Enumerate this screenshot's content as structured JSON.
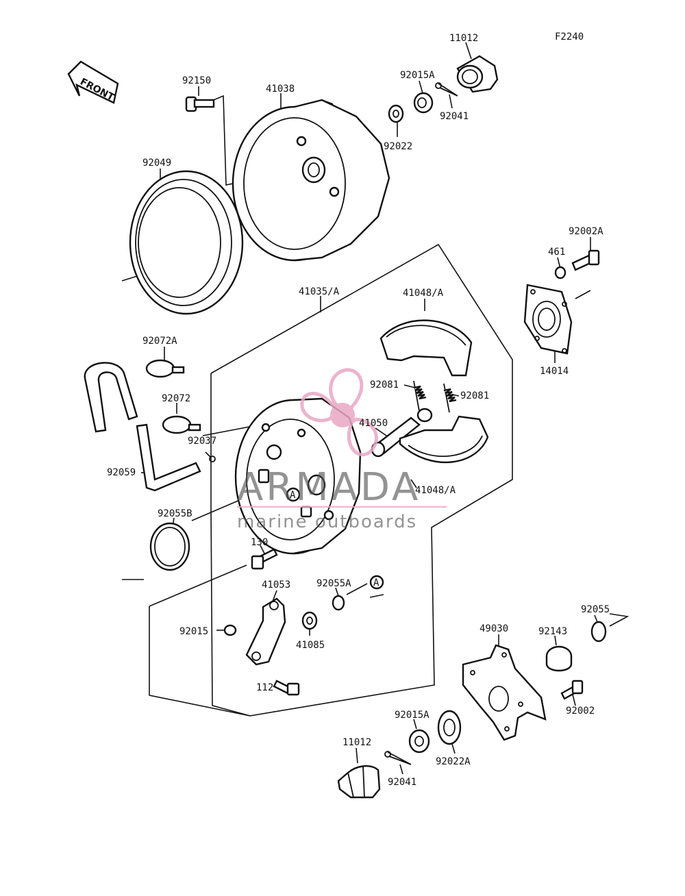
{
  "figure_code": "F2240",
  "front_arrow_text": "FRONT",
  "watermark": {
    "brand": "ARMADA",
    "tagline": "marine outboards",
    "logo_color": "#e8a7c4"
  },
  "labels": [
    {
      "id": "l-11012-top",
      "text": "11012"
    },
    {
      "id": "l-92015A-top",
      "text": "92015A"
    },
    {
      "id": "l-92041-top",
      "text": "92041"
    },
    {
      "id": "l-92022",
      "text": "92022"
    },
    {
      "id": "l-92150",
      "text": "92150"
    },
    {
      "id": "l-41038",
      "text": "41038"
    },
    {
      "id": "l-92049",
      "text": "92049"
    },
    {
      "id": "l-92002A",
      "text": "92002A"
    },
    {
      "id": "l-461",
      "text": "461"
    },
    {
      "id": "l-14014",
      "text": "14014"
    },
    {
      "id": "l-41035A",
      "text": "41035/A"
    },
    {
      "id": "l-41048A-top",
      "text": "41048/A"
    },
    {
      "id": "l-92072A",
      "text": "92072A"
    },
    {
      "id": "l-92081-left",
      "text": "92081"
    },
    {
      "id": "l-92081-right",
      "text": "92081"
    },
    {
      "id": "l-92072",
      "text": "92072"
    },
    {
      "id": "l-41050",
      "text": "41050"
    },
    {
      "id": "l-92037",
      "text": "92037"
    },
    {
      "id": "l-92059",
      "text": "92059"
    },
    {
      "id": "l-41048A-bot",
      "text": "41048/A"
    },
    {
      "id": "l-92055B",
      "text": "92055B"
    },
    {
      "id": "l-130",
      "text": "130"
    },
    {
      "id": "l-41053",
      "text": "41053"
    },
    {
      "id": "l-92055A",
      "text": "92055A"
    },
    {
      "id": "l-92055",
      "text": "92055"
    },
    {
      "id": "l-92015",
      "text": "92015"
    },
    {
      "id": "l-41085",
      "text": "41085"
    },
    {
      "id": "l-49030",
      "text": "49030"
    },
    {
      "id": "l-92143",
      "text": "92143"
    },
    {
      "id": "l-112",
      "text": "112"
    },
    {
      "id": "l-92002",
      "text": "92002"
    },
    {
      "id": "l-92015A-bot",
      "text": "92015A"
    },
    {
      "id": "l-11012-bot",
      "text": "11012"
    },
    {
      "id": "l-92022A",
      "text": "92022A"
    },
    {
      "id": "l-92041-bot",
      "text": "92041"
    }
  ],
  "circle_markers": [
    {
      "id": "m-a-panel",
      "text": "A"
    },
    {
      "id": "m-a-right",
      "text": "A"
    }
  ]
}
